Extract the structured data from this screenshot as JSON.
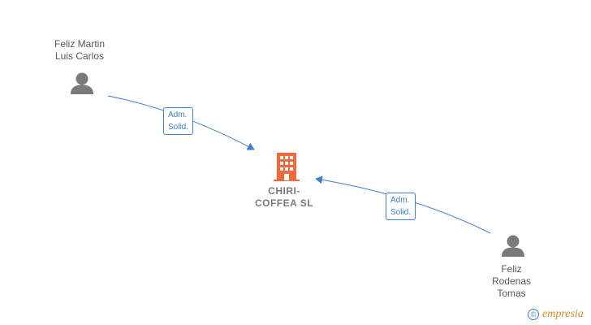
{
  "nodes": {
    "company": {
      "name": "CHIRI-\nCOFFEA  SL",
      "color": "#f26a3c"
    },
    "person_top": {
      "name": "Feliz Martin\nLuis Carlos"
    },
    "person_bottom": {
      "name": "Feliz\nRodenas\nTomas"
    }
  },
  "edges": [
    {
      "from": "person_top",
      "to": "company",
      "label": "Adm.\nSolid."
    },
    {
      "from": "person_bottom",
      "to": "company",
      "label": "Adm.\nSolid."
    }
  ],
  "brand": {
    "symbol": "©",
    "name": "mpresia",
    "initial": "e"
  },
  "colors": {
    "edge": "#3d7fd0",
    "person_icon": "#7a7a7a",
    "company_icon": "#f26a3c"
  }
}
